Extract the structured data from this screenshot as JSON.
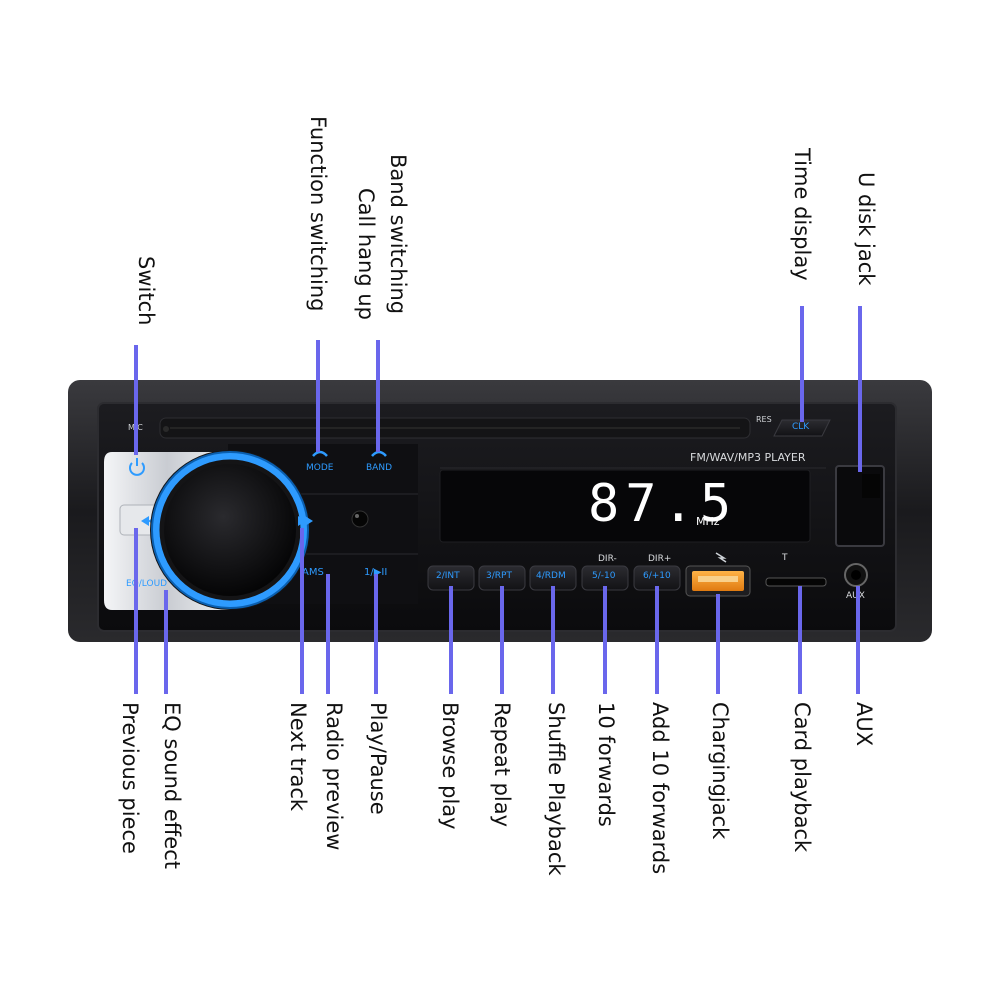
{
  "device": {
    "mic_label": "MIC",
    "res_label": "RES",
    "clk_label": "CLK",
    "model_text": "FM/WAV/MP3 PLAYER",
    "display_main": "87.5",
    "display_unit": "MHz",
    "mode_label": "MODE",
    "band_label": "BAND",
    "ams_label": "AMS",
    "play_label": "1/▶II",
    "eq_label": "EQ/LOUD",
    "dir_minus": "DIR-",
    "dir_plus": "DIR+",
    "t_label": "T",
    "aux_label": "AUX",
    "buttons": [
      "2/INT",
      "3/RPT",
      "4/RDM",
      "5/-10",
      "6/+10"
    ]
  },
  "callouts": {
    "top": [
      "Switch",
      "Function switching",
      "Band switching",
      "Call hang up",
      "Time display",
      "U disk jack"
    ],
    "bottom": [
      "Previous piece",
      "EQ sound effect",
      "Next track",
      "Radio preview",
      "Play/Pause",
      "Browse play",
      "Repeat play",
      "Shuffle Playback",
      "10 forwards",
      "Add 10 forwards",
      "Chargingjack",
      "Card playback",
      "AUX"
    ]
  },
  "colors": {
    "callout_line": "#6a67ec",
    "accent_blue": "#2e9bff",
    "body_black": "#0d0d0f"
  }
}
